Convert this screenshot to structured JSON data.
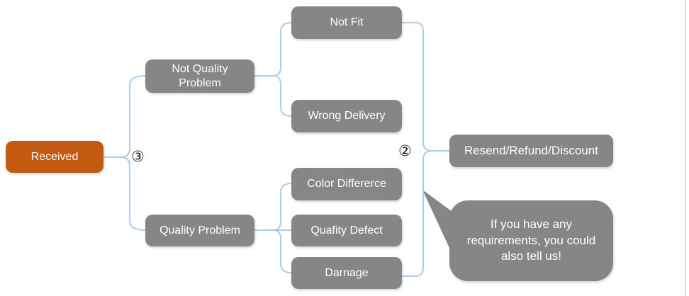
{
  "nodes": {
    "received": "Received",
    "not_quality_problem": "Not Quality Problem",
    "quality_problem": "Quality Problem",
    "not_fit": "Not Fit",
    "wrong_delivery": "Wrong Delivery",
    "color_difference": "Color Differerce",
    "quality_defect": "Quafity Defect",
    "damage": "Darnage",
    "resolution": "Resend/Refund/Discount"
  },
  "annotations": {
    "marker_2": "②",
    "marker_3": "③",
    "callout": "If you have any requirements, you could also tell us!"
  },
  "colors": {
    "root_fill": "#c45911",
    "node_fill": "#868686",
    "connector": "#aecbe9",
    "label_text": "#ffffff",
    "marker_text": "#1a1a1a",
    "page_edge": "#d9d9d9"
  }
}
